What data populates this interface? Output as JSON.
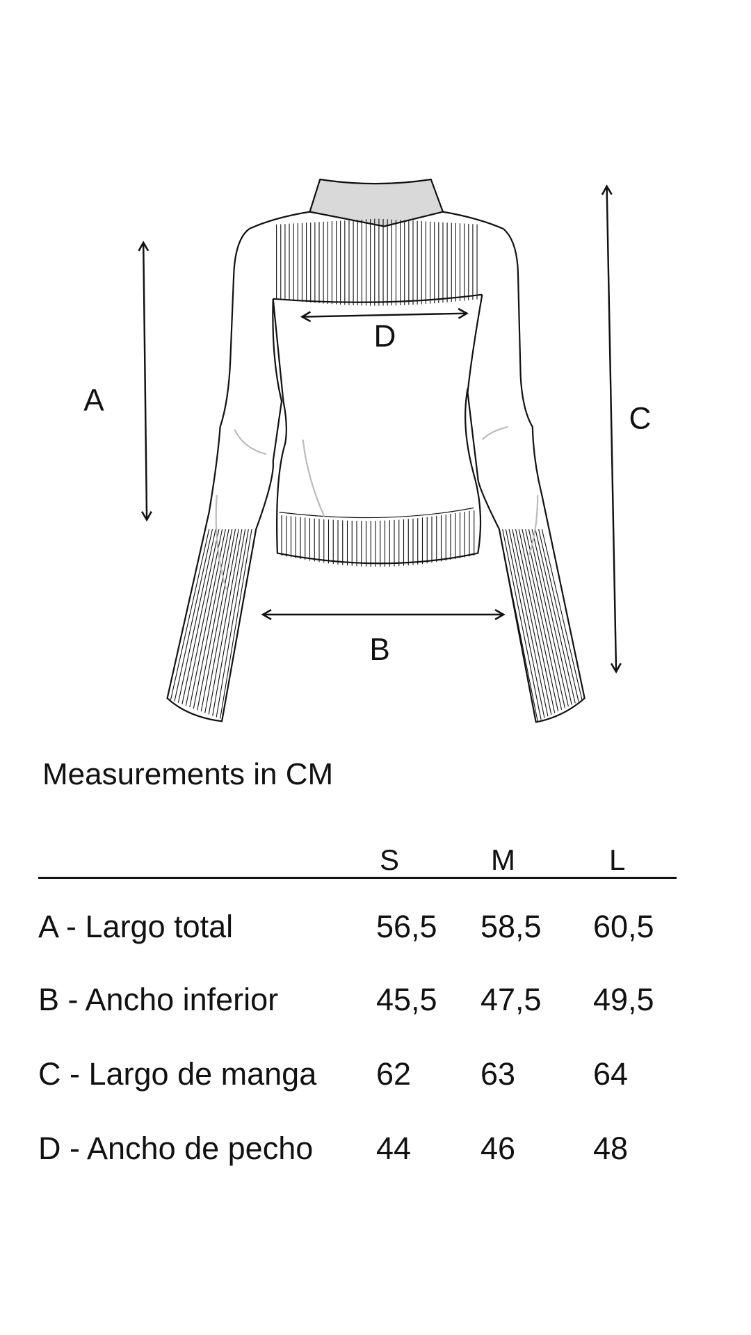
{
  "diagram": {
    "labels": {
      "A": "A",
      "B": "B",
      "C": "C",
      "D": "D"
    }
  },
  "table": {
    "title": "Measurements in CM",
    "sizes": [
      "S",
      "M",
      "L"
    ],
    "rows": [
      {
        "label": "A - Largo total",
        "values": [
          "56,5",
          "58,5",
          "60,5"
        ]
      },
      {
        "label": "B - Ancho inferior",
        "values": [
          "45,5",
          "47,5",
          "49,5"
        ]
      },
      {
        "label": "C - Largo de manga",
        "values": [
          "62",
          "63",
          "64"
        ]
      },
      {
        "label": "D - Ancho de pecho",
        "values": [
          "44",
          "46",
          "48"
        ]
      }
    ]
  },
  "colors": {
    "line": "#111111",
    "collar": "#d9d9d9",
    "shade": "#bbbbbb"
  }
}
